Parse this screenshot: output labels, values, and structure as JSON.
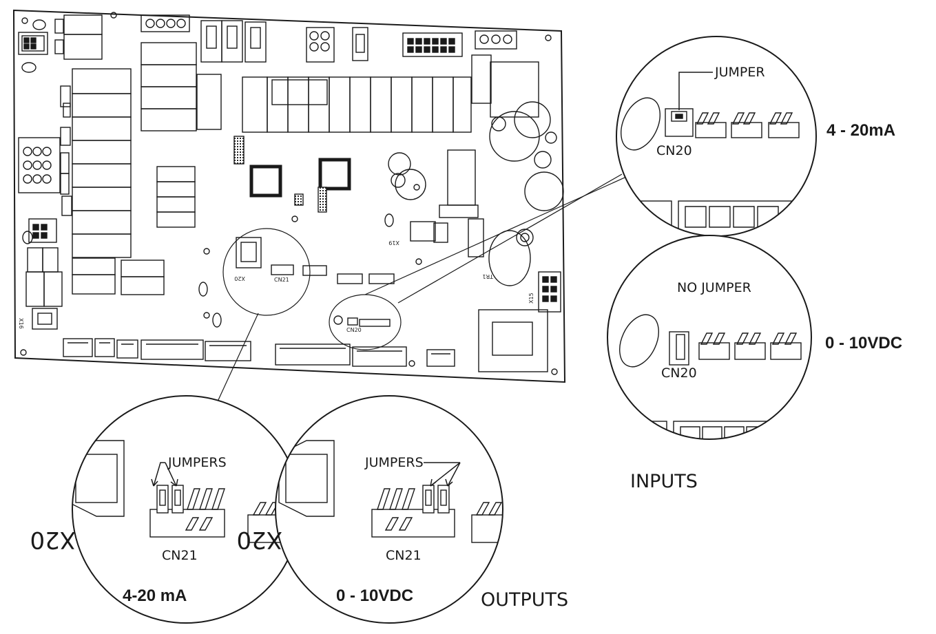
{
  "board": {
    "connectors": {
      "x20": "X20",
      "cn21": "CN21",
      "x19": "X19",
      "tr1": "TR1",
      "x15": "X15",
      "x16": "X16",
      "cn20": "CN20"
    }
  },
  "inputs": {
    "section_label": "INPUTS",
    "top_circle": {
      "pointer_label": "JUMPER",
      "connector": "CN20",
      "mode": "4 - 20mA"
    },
    "bottom_circle": {
      "pointer_label": "NO JUMPER",
      "connector": "CN20",
      "mode": "0 - 10VDC"
    }
  },
  "outputs": {
    "section_label": "OUTPUTS",
    "left_circle": {
      "pointer_label": "JUMPERS",
      "connector": "CN21",
      "side_label": "X20",
      "mode": "4-20 mA"
    },
    "right_circle": {
      "pointer_label": "JUMPERS",
      "connector": "CN21",
      "side_label": "X20",
      "mode": "0 - 10VDC"
    }
  }
}
